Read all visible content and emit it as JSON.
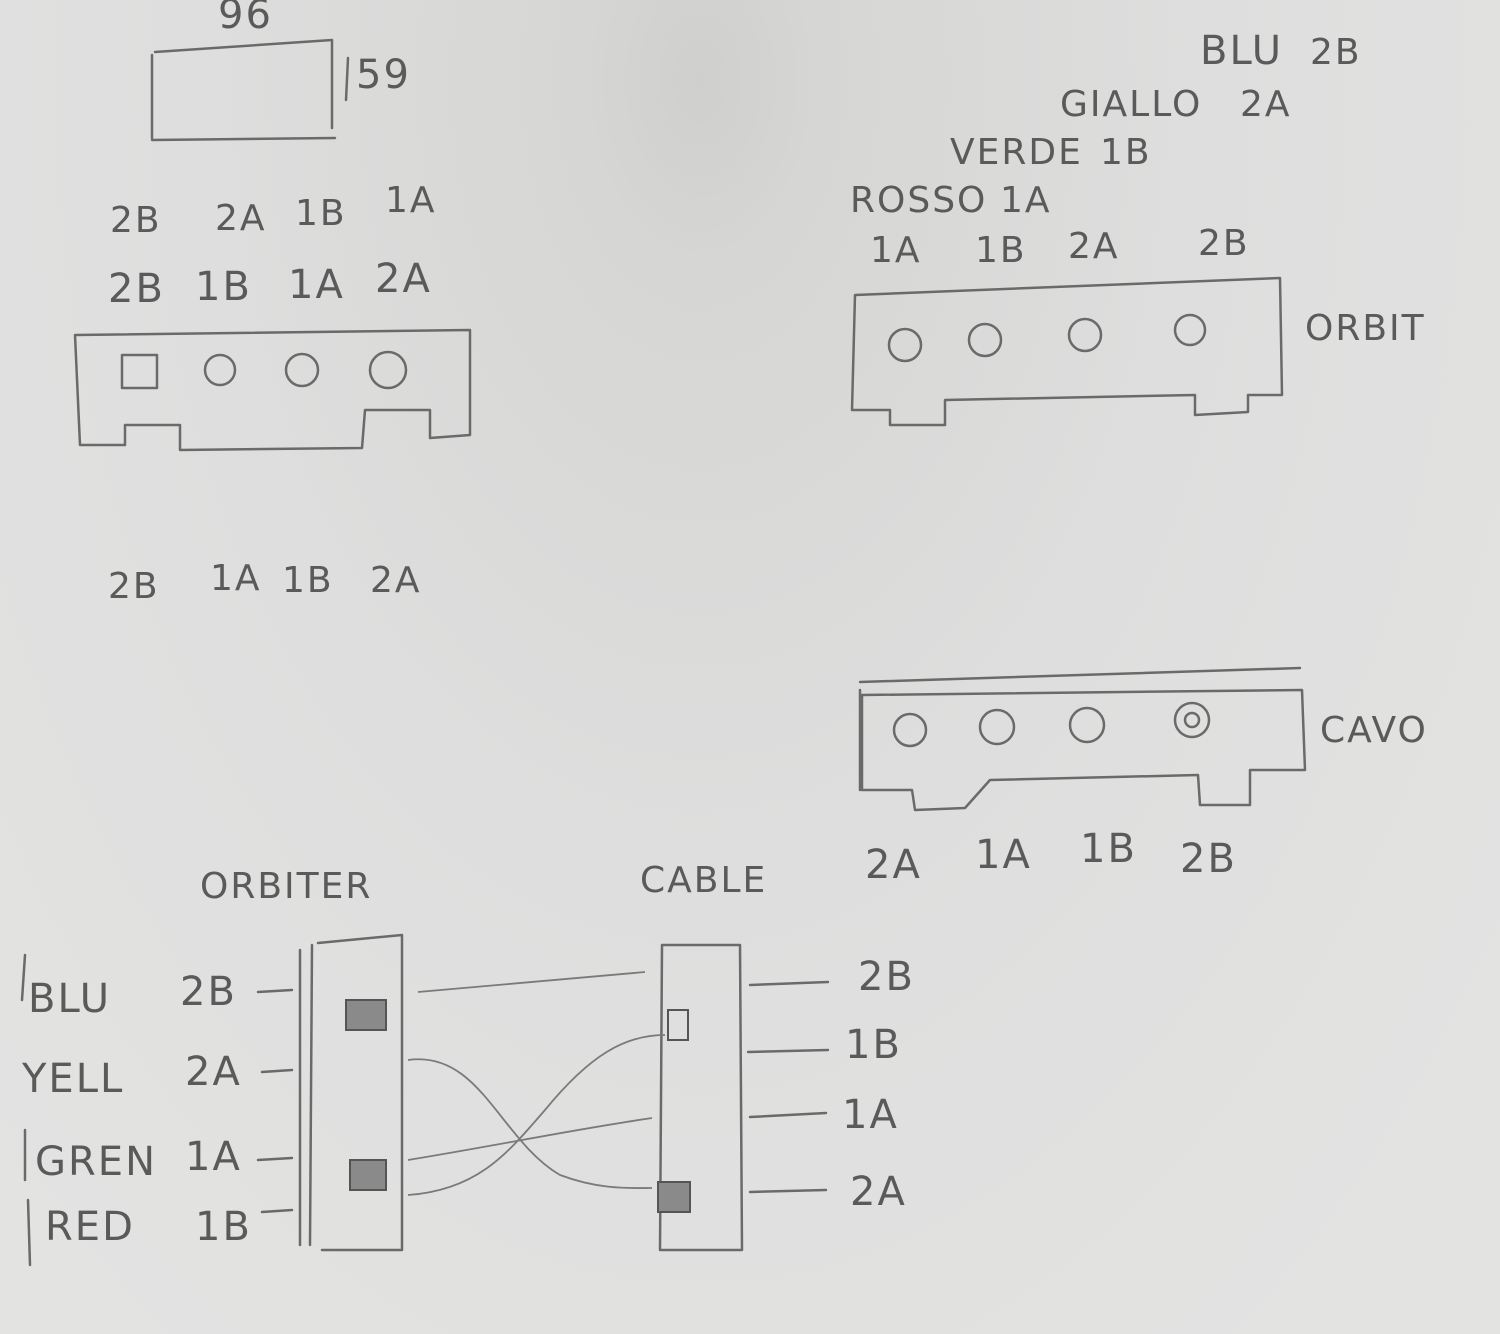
{
  "dimensions": {
    "width": "96",
    "height": "59"
  },
  "left_rows": {
    "row1": [
      "2B",
      "2A",
      "1B",
      "1A"
    ],
    "row2": [
      "2B",
      "1B",
      "1A",
      "2A"
    ],
    "row3": [
      "2B",
      "1A",
      "1B",
      "2A"
    ]
  },
  "color_map": {
    "colors": [
      "ROSSO",
      "VERDE",
      "GIALLO",
      "BLU"
    ],
    "pins": [
      "1A",
      "1B",
      "2A",
      "2B"
    ]
  },
  "orbit_connector": {
    "label": "ORBIT",
    "pins": [
      "1A",
      "1B",
      "2A",
      "2B"
    ]
  },
  "cavo_connector": {
    "label": "CAVO",
    "pins": [
      "2A",
      "1A",
      "1B",
      "2B"
    ]
  },
  "wiring": {
    "orbiter_title": "ORBITER",
    "cable_title": "CABLE",
    "left": [
      {
        "color": "BLU",
        "pin": "2B"
      },
      {
        "color": "YELL",
        "pin": "2A"
      },
      {
        "color": "GREN",
        "pin": "1A"
      },
      {
        "color": "RED",
        "pin": "1B"
      }
    ],
    "right": [
      "2B",
      "1B",
      "1A",
      "2A"
    ]
  },
  "colors": {
    "paper": "#dedede",
    "pencil": "#5a5a5a"
  }
}
